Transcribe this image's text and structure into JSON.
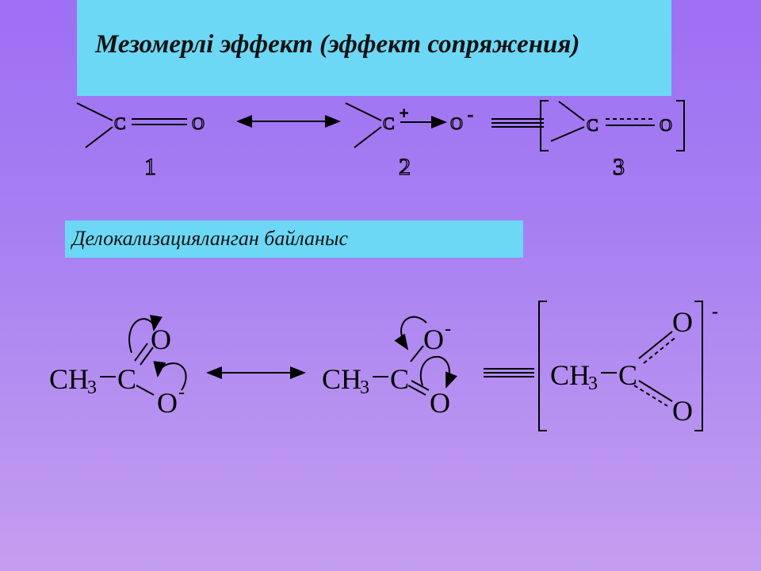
{
  "title": "Мезомерлі  эффект (эффект сопряжения)",
  "subtitle": "Делокализацияланган байланыс",
  "top_row": {
    "atom_c": "C",
    "atom_o": "O",
    "plus": "+",
    "minus": "-",
    "labels": [
      "1",
      "2",
      "3"
    ]
  },
  "bottom_row": {
    "ch": "CH",
    "sub3": "3",
    "c": "C",
    "o": "O",
    "minus": "-"
  }
}
